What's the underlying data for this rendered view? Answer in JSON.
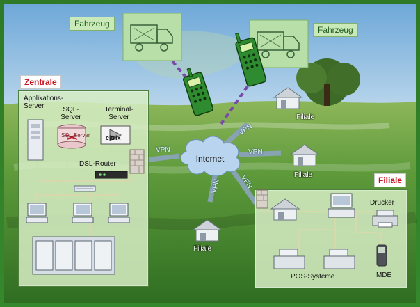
{
  "labels": {
    "zentrale": "Zentrale",
    "filiale_title": "Filiale",
    "fahrzeug_left": "Fahrzeug",
    "fahrzeug_right": "Fahrzeug",
    "app_server": "Applikations-\nServer",
    "sql_server": "SQL-\nServer",
    "terminal_server": "Terminal-\nServer",
    "dsl_router": "DSL-Router",
    "internet": "Internet",
    "vpn": "VPN",
    "filiale_label": "Filiale",
    "drucker": "Drucker",
    "pos": "POS-Systeme",
    "mde": "MDE",
    "sql_logo": "SQL Server",
    "citrix_logo": "citrix"
  },
  "colors": {
    "red_label": "#c8101a",
    "panel": "#d6ecc4",
    "network_line": "#d1661e",
    "wireless_link": "#7a4aa8",
    "cloud": "#b9d4ef"
  }
}
